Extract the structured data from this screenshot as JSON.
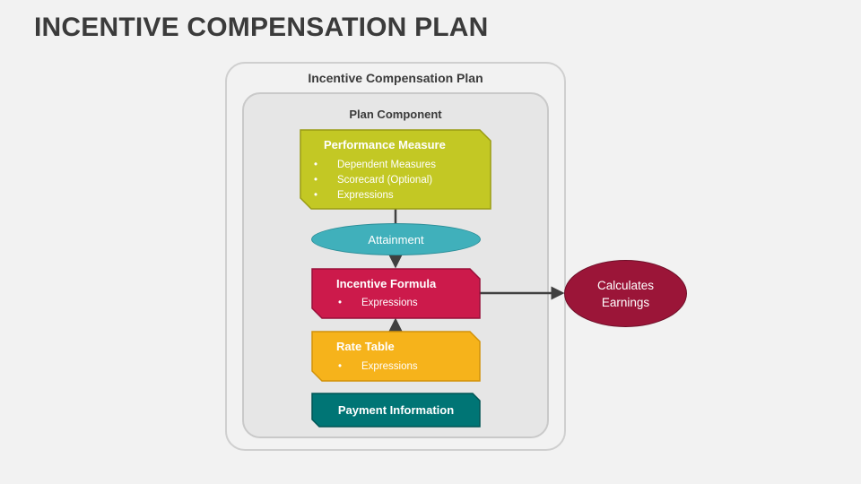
{
  "page": {
    "title": "INCENTIVE COMPENSATION PLAN"
  },
  "diagram": {
    "outer_label": "Incentive Compensation Plan",
    "inner_label": "Plan Component",
    "performance_measure": {
      "title": "Performance Measure",
      "items": [
        "Dependent Measures",
        "Scorecard (Optional)",
        "Expressions"
      ],
      "color": "#c3c824"
    },
    "attainment": {
      "label": "Attainment",
      "color": "#40b0bb"
    },
    "incentive_formula": {
      "title": "Incentive Formula",
      "items": [
        "Expressions"
      ],
      "color": "#cc1a4b"
    },
    "rate_table": {
      "title": "Rate Table",
      "items": [
        "Expressions"
      ],
      "color": "#f6b31b"
    },
    "payment_information": {
      "title": "Payment Information",
      "color": "#007575"
    },
    "calculates_earnings": {
      "line1": "Calculates",
      "line2": "Earnings",
      "color": "#9b1538"
    }
  }
}
